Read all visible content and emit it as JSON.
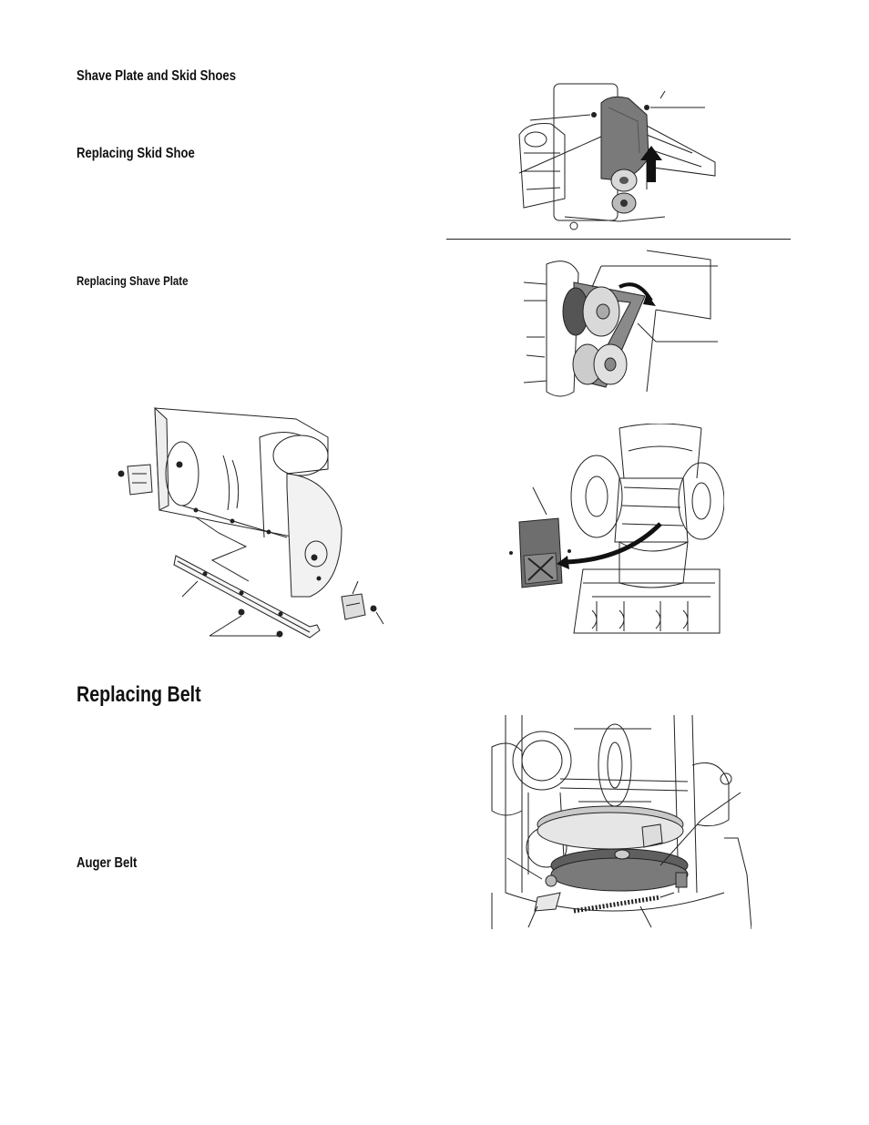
{
  "sections": {
    "shave_plate_skid_shoes": "Shave Plate and Skid Shoes",
    "replacing_skid_shoe": "Replacing Skid Shoe",
    "replacing_shave_plate": "Replacing Shave Plate",
    "replacing_belt": "Replacing Belt",
    "auger_belt": "Auger Belt"
  },
  "figures": {
    "belt_cover_removal": {
      "icon": "belt-cover-diagram"
    },
    "pulley_belt_detail": {
      "icon": "pulley-belt-diagram"
    },
    "front_cover_removal": {
      "icon": "front-cover-diagram"
    },
    "auger_housing_exploded": {
      "icon": "auger-housing-exploded-diagram"
    },
    "auger_belt_underside": {
      "icon": "auger-belt-underside-diagram"
    }
  },
  "colors": {
    "line": "#222222",
    "fill_dark": "#7a7a7a",
    "fill_light": "#d9d9d9"
  }
}
